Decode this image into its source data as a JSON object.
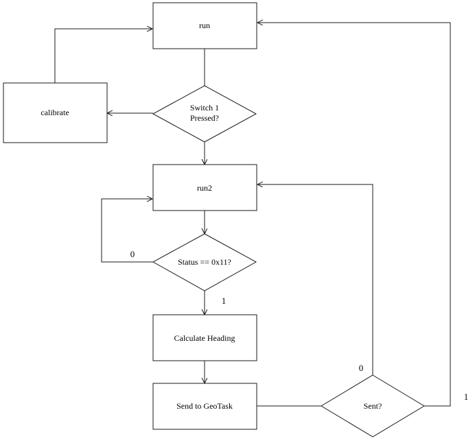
{
  "nodes": {
    "run": "run",
    "switch_decision_line1": "Switch 1",
    "switch_decision_line2": "Pressed?",
    "calibrate": "calibrate",
    "run2": "run2",
    "status_decision": "Status == 0x11?",
    "calculate_heading": "Calculate Heading",
    "send_to_geotask": "Send to GeoTask",
    "sent_decision": "Sent?"
  },
  "edge_labels": {
    "status_no": "0",
    "status_yes": "1",
    "sent_no": "0",
    "sent_yes": "1"
  }
}
